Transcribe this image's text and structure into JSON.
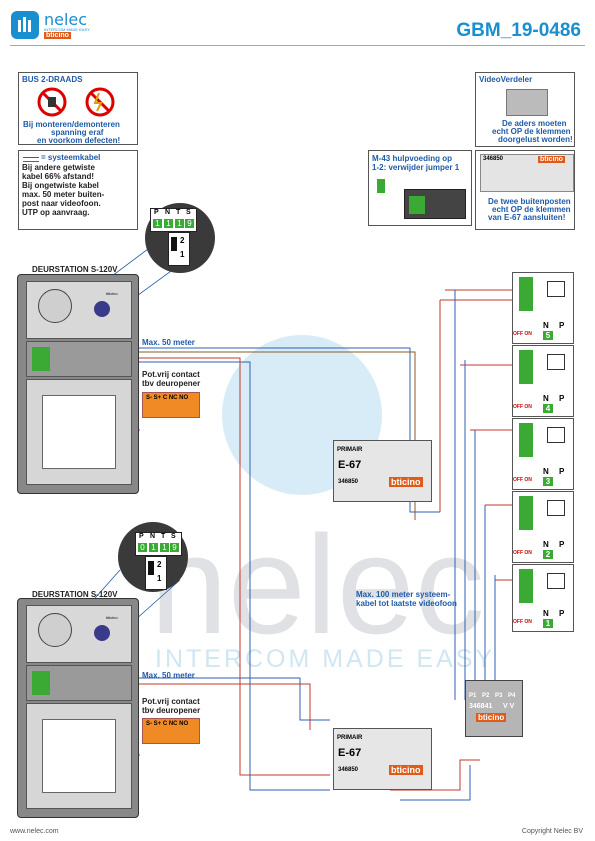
{
  "header": {
    "brand": "nelec",
    "brand_tagline": "INTERCOM MADE EASY",
    "brand_partner": "bticino",
    "doc_code": "GBM_19-0486"
  },
  "warning_box": {
    "title": "BUS 2-DRAADS",
    "line1": "Bij monteren/demonteren",
    "line2": "spanning eraf",
    "line3": "en voorkom defecten!"
  },
  "cable_box": {
    "legend": "= systeemkabel",
    "lines": [
      "Bij andere getwiste",
      "kabel 66% afstand!",
      "Bij ongetwiste kabel",
      "max. 50 meter buiten-",
      "post naar videofoon.",
      "UTP op aanvraag."
    ]
  },
  "videoverdeler_box": {
    "title": "VideoVerdeler",
    "lines": [
      "De aders moeten",
      "echt OP de klemmen",
      "doorgelust worden!"
    ]
  },
  "m43_box": {
    "lines": [
      "M-43  hulpvoeding op",
      "1-2: verwijder jumper 1"
    ]
  },
  "e67_note_box": {
    "part": "346850",
    "brand": "bticino",
    "lines": [
      "De twee buitenposten",
      "echt OP de klemmen",
      "van E-67 aansluiten!"
    ]
  },
  "door_station_1": {
    "title": "DEURSTATION S-120V",
    "terminal_labels": [
      "P",
      "N",
      "T",
      "S"
    ],
    "terminal_values": [
      "1",
      "1",
      "1",
      "9"
    ],
    "jumper_labels": [
      "2",
      "1"
    ],
    "brand": "bticino",
    "max_label": "Max. 50 meter",
    "contact_label_1": "Pot.vrij contact",
    "contact_label_2": "tbv deuropener",
    "contact_terms": "S-  S+ C  NC NO"
  },
  "door_station_2": {
    "title": "DEURSTATION S-120V",
    "terminal_labels": [
      "P",
      "N",
      "T",
      "S"
    ],
    "terminal_values": [
      "0",
      "1",
      "1",
      "9"
    ],
    "jumper_labels": [
      "2",
      "1"
    ],
    "brand": "bticino",
    "max_label": "Max. 50 meter",
    "contact_label_1": "Pot.vrij contact",
    "contact_label_2": "tbv deuropener",
    "contact_terms": "S-  S+ C  NC NO"
  },
  "power_supply_1": {
    "label_top": "PRIMAIR",
    "name": "E-67",
    "part": "346850",
    "brand": "bticino"
  },
  "power_supply_2": {
    "label_top": "PRIMAIR",
    "name": "E-67",
    "part": "346850",
    "brand": "bticino"
  },
  "distributor": {
    "ports": [
      "P1",
      "P2",
      "P3",
      "P4"
    ],
    "part": "346841",
    "vv": "V V",
    "brand": "bticino"
  },
  "videophones": [
    {
      "n_label": "N",
      "p_label": "P",
      "value": "5",
      "switch": "OFF ON"
    },
    {
      "n_label": "N",
      "p_label": "P",
      "value": "4",
      "switch": "OFF ON"
    },
    {
      "n_label": "N",
      "p_label": "P",
      "value": "3",
      "switch": "OFF ON"
    },
    {
      "n_label": "N",
      "p_label": "P",
      "value": "2",
      "switch": "OFF ON"
    },
    {
      "n_label": "N",
      "p_label": "P",
      "value": "1",
      "switch": "OFF ON"
    }
  ],
  "max_100_label_1": "Max. 100 meter systeem-",
  "max_100_label_2": "kabel tot laatste videofoon",
  "watermark": {
    "big": "nelec",
    "small": "INTERCOM MADE EASY"
  },
  "footer": {
    "left": "www.nelec.com",
    "right": "Copyright Nelec BV"
  },
  "colors": {
    "brand_blue": "#1a8fd0",
    "text_blue": "#1e5aa8",
    "wire_red": "#c0392b",
    "wire_blue": "#2f5fb3",
    "wire_brown": "#8a5a2b",
    "orange": "#f08a24",
    "green": "#3aaa35"
  }
}
